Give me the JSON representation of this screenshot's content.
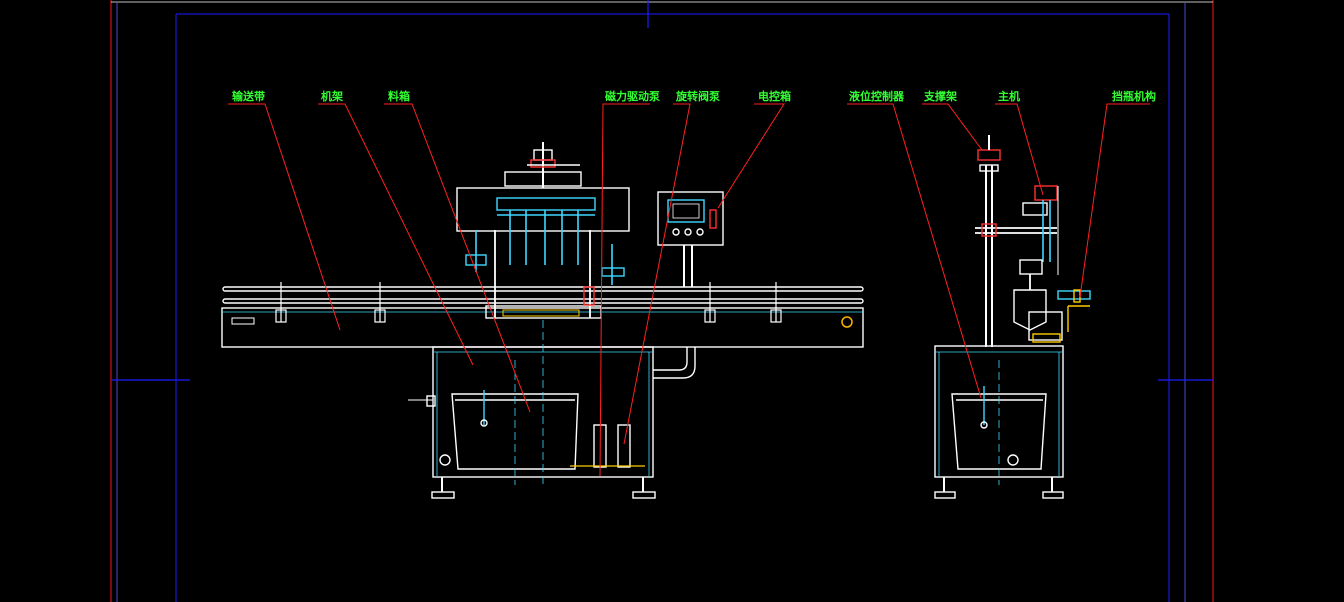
{
  "colors": {
    "background": "#000000",
    "frame_red": "#d01010",
    "frame_blue": "#1c1cff",
    "machine_white": "#ffffff",
    "machine_cyan": "#3fd8ff",
    "leader_red": "#ff2020",
    "label_green": "#33ff33"
  },
  "labels": {
    "conveyor": "输送带",
    "frame": "机架",
    "hopper": "料箱",
    "magnetic_pump": "磁力驱动泵",
    "rotary_valve": "旋转阀泵",
    "control_box": "电控箱",
    "level_controller": "液位控制器",
    "support_frame": "支撑架",
    "main_unit": "主机",
    "bottle_stopper": "挡瓶机构"
  }
}
